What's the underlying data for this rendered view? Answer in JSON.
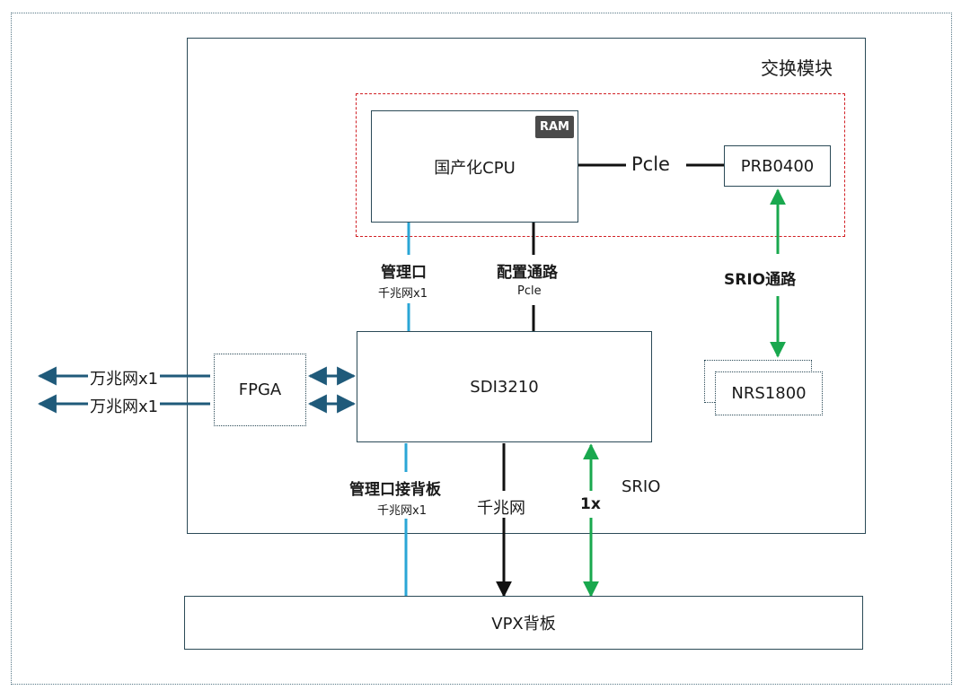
{
  "module_title": "交换模块",
  "cpu": {
    "label": "国产化CPU",
    "ram_badge": "RAM"
  },
  "pcie_top": "Pcle",
  "prb": "PRB0400",
  "mgmt_port": {
    "title": "管理口",
    "sub": "千兆网x1"
  },
  "config_path": {
    "title": "配置通路",
    "sub": "Pcle"
  },
  "srio_path": "SRIO通路",
  "nrs": "NRS1800",
  "fpga": "FPGA",
  "sdi": "SDI3210",
  "ext_links": [
    "万兆网x1",
    "万兆网x1"
  ],
  "mgmt_back": {
    "title": "管理口接背板",
    "sub": "千兆网x1"
  },
  "gige": "千兆网",
  "srio_count": "1x",
  "srio_label": "SRIO",
  "vpx": "VPX背板",
  "colors": {
    "border": "#2b4a57",
    "dark_arrow": "#1f5a7a",
    "mgmt_line": "#2aa6d6",
    "srio_green": "#19a84e",
    "dashed_red": "#d11f24"
  }
}
